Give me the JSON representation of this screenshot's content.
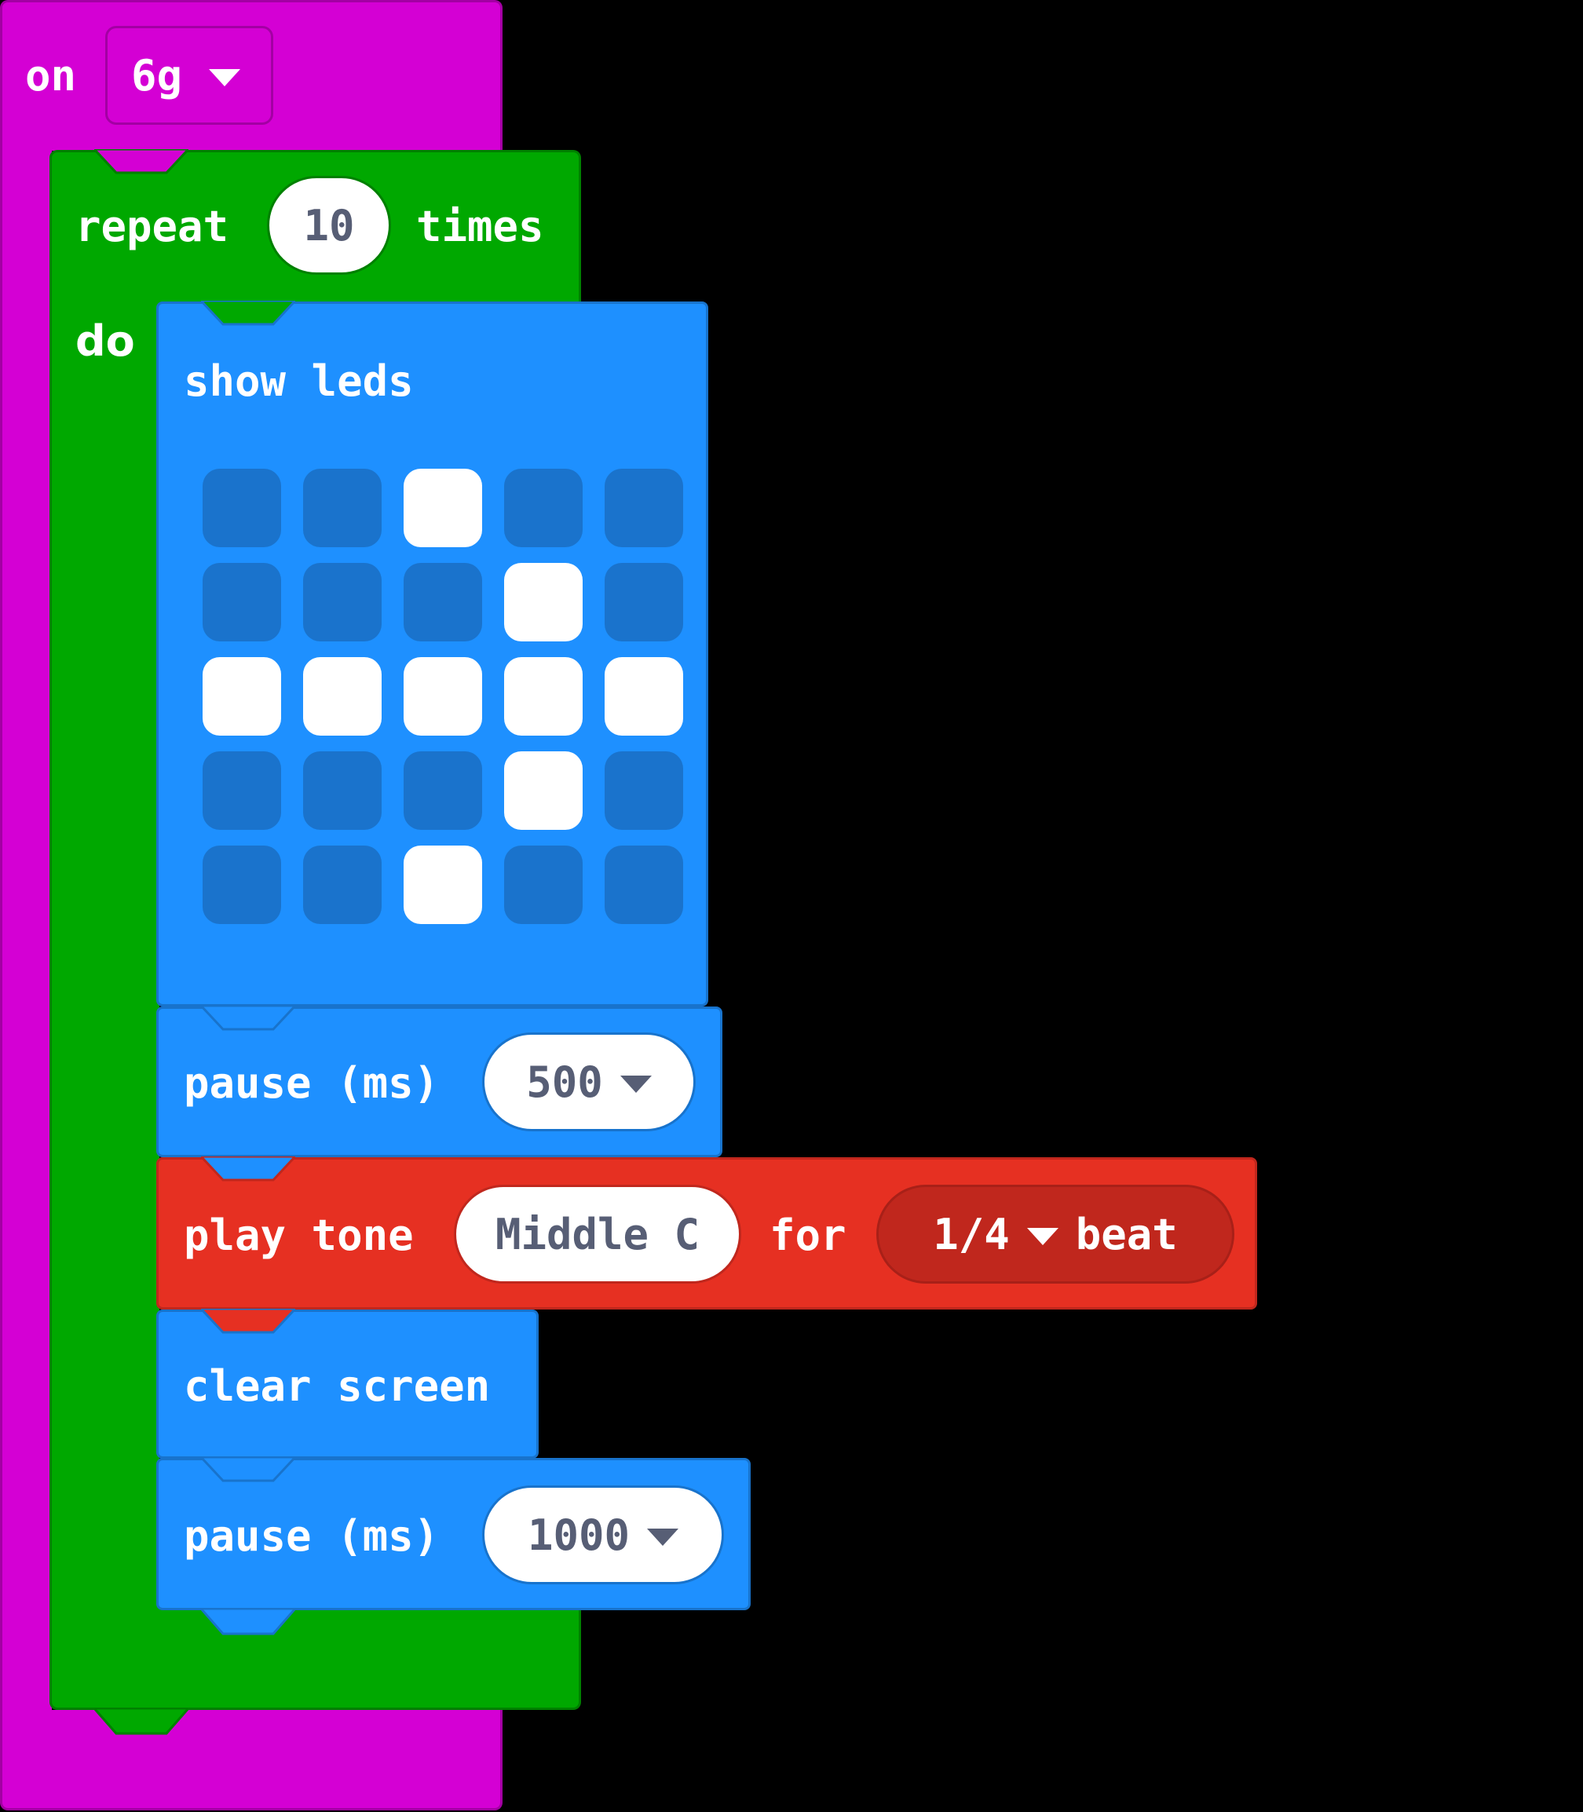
{
  "colors": {
    "event": "#d400d4",
    "event_dark": "#a300a3",
    "loop": "#00a800",
    "loop_dark": "#008000",
    "basic": "#1e90ff",
    "basic_dark": "#1873cc",
    "led_off": "#1a73cc",
    "led_on": "#ffffff",
    "music": "#e63022",
    "music_dark": "#c0271d",
    "field_text": "#575e75"
  },
  "on_gesture": {
    "keyword": "on",
    "gesture": "6g",
    "dropdown_icon": "caret-down-icon"
  },
  "repeat": {
    "keyword": "repeat",
    "count": "10",
    "suffix": "times",
    "do_label": "do"
  },
  "show_leds": {
    "label": "show leds",
    "grid": [
      [
        0,
        0,
        1,
        0,
        0
      ],
      [
        0,
        0,
        0,
        1,
        0
      ],
      [
        1,
        1,
        1,
        1,
        1
      ],
      [
        0,
        0,
        0,
        1,
        0
      ],
      [
        0,
        0,
        1,
        0,
        0
      ]
    ]
  },
  "pause1": {
    "label": "pause (ms)",
    "value": "500",
    "dropdown_icon": "caret-down-icon"
  },
  "play_tone": {
    "label": "play tone",
    "note": "Middle C",
    "for_label": "for",
    "duration": "1/4",
    "beat_label": "beat",
    "dropdown_icon": "caret-down-icon"
  },
  "clear_screen": {
    "label": "clear screen"
  },
  "pause2": {
    "label": "pause (ms)",
    "value": "1000",
    "dropdown_icon": "caret-down-icon"
  }
}
